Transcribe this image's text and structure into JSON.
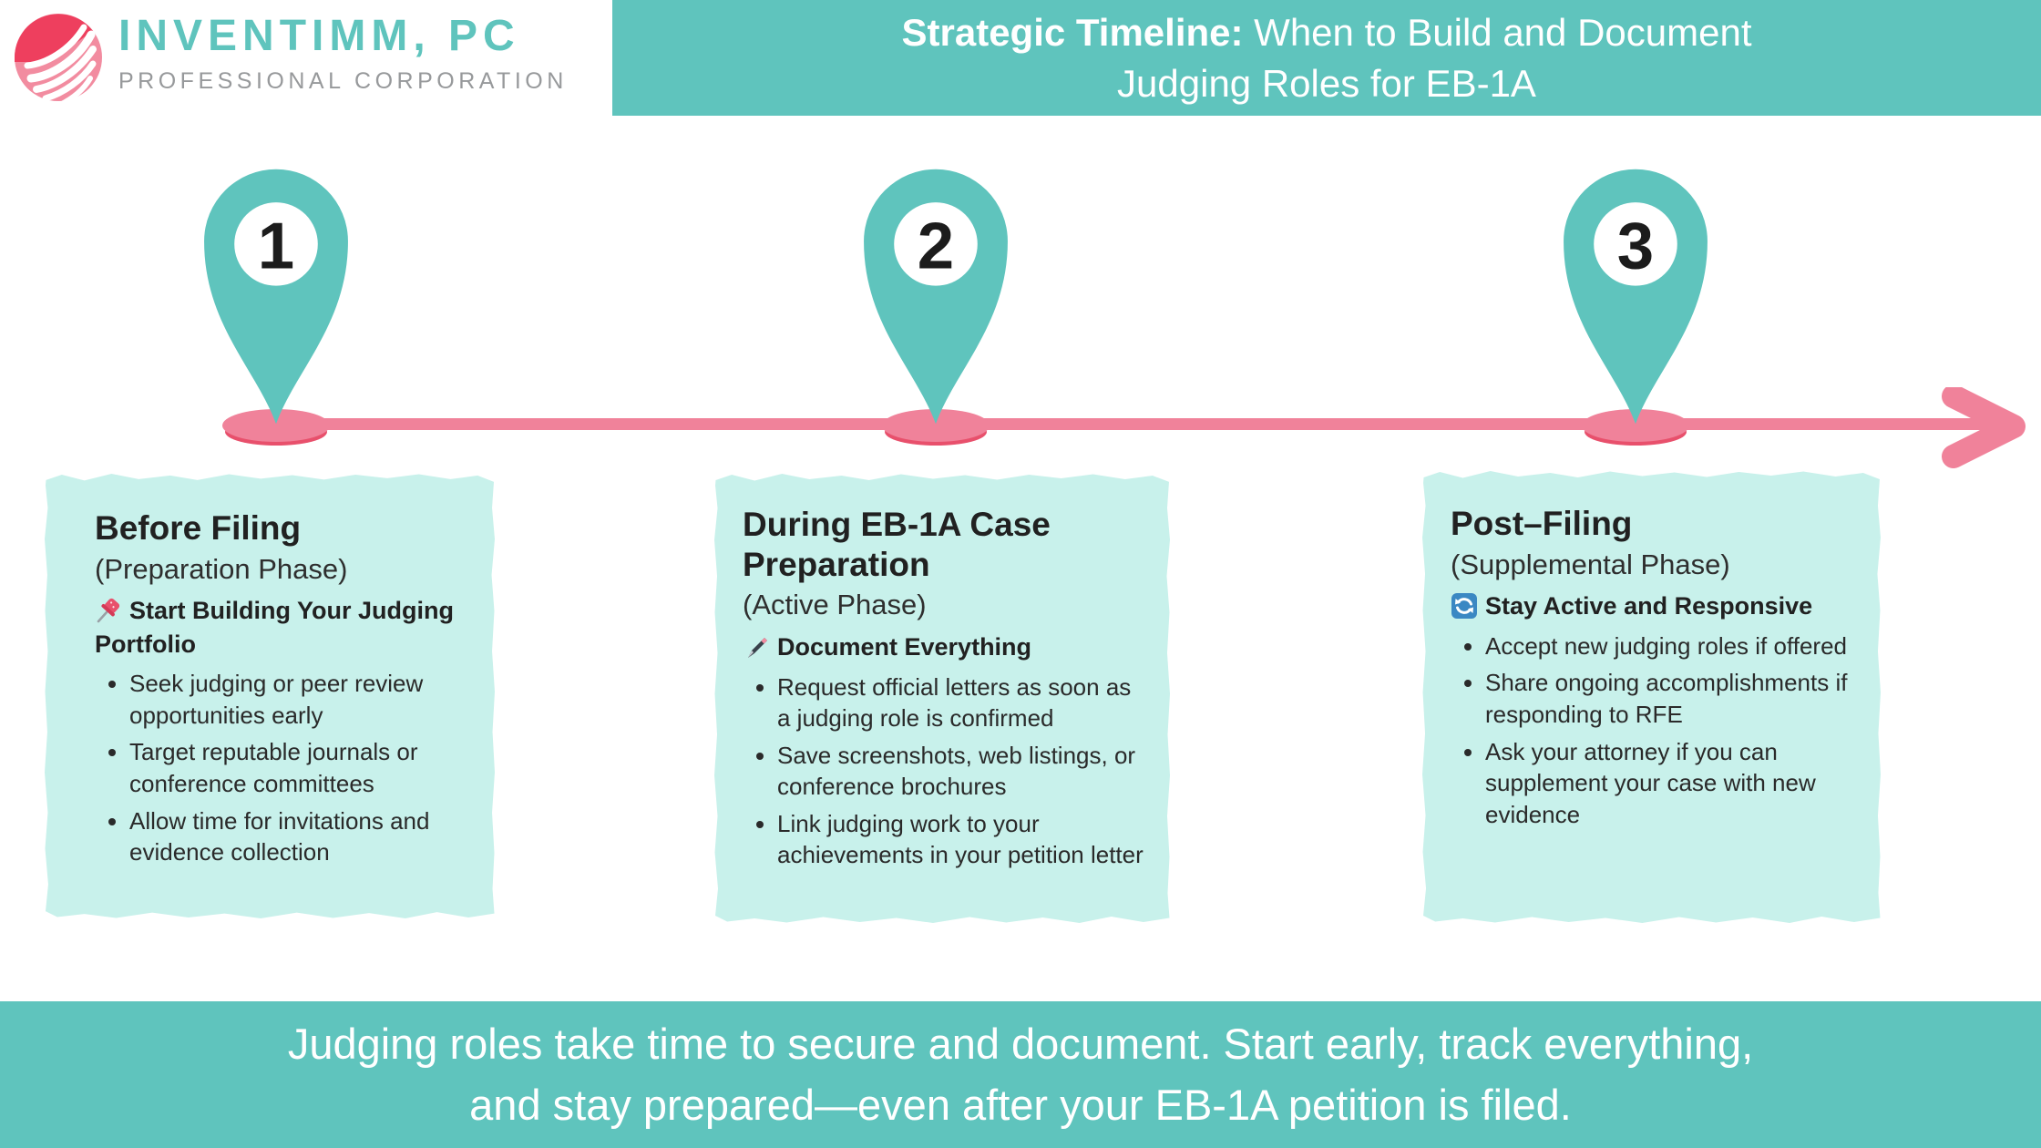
{
  "brand": {
    "logo_icon": "wing-logo-icon",
    "name": "INVENTIMM, PC",
    "tagline": "PROFESSIONAL CORPORATION"
  },
  "header": {
    "title_bold": "Strategic Timeline:",
    "title_rest": " When to Build and Document",
    "title_line2": "Judging Roles for EB-1A"
  },
  "colors": {
    "teal": "#5FC4BD",
    "mint_card": "#C8F1EB",
    "timeline_pink": "#F0829A",
    "timeline_pink_dark": "#E8506C",
    "logo_crimson": "#EE3F5E",
    "logo_pink": "#F28CA0",
    "text_dark": "#212121",
    "tagline_gray": "#97999B"
  },
  "timeline": {
    "milestones": [
      {
        "number": "1",
        "title": "Before Filing",
        "phase": "(Preparation Phase)",
        "icon": "pushpin-icon",
        "lead": "Start Building Your Judging Portfolio",
        "bullets": [
          "Seek judging or peer review opportunities early",
          "Target reputable journals or conference committees",
          "Allow time for invitations and evidence collection"
        ]
      },
      {
        "number": "2",
        "title": "During EB-1A Case Preparation",
        "phase": "(Active Phase)",
        "icon": "pen-icon",
        "lead": "Document Everything",
        "bullets": [
          "Request official letters as soon as a judging role is confirmed",
          "Save screenshots, web listings, or conference brochures",
          "Link judging work to your achievements in your petition letter"
        ]
      },
      {
        "number": "3",
        "title": "Post–Filing",
        "phase": "(Supplemental Phase)",
        "icon": "refresh-icon",
        "lead": "Stay Active and Responsive",
        "bullets": [
          "Accept new judging roles if offered",
          "Share ongoing accomplishments if responding to RFE",
          "Ask your attorney if you can supplement your case with new evidence"
        ]
      }
    ]
  },
  "footer": {
    "line1": "Judging roles take time to secure and document. Start early, track everything,",
    "line2": "and stay prepared—even after your EB-1A petition is filed."
  }
}
